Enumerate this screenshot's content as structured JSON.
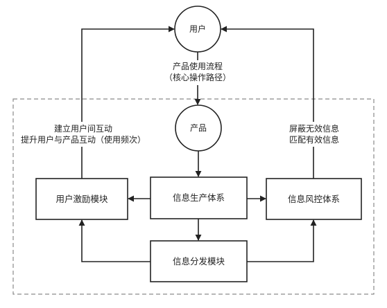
{
  "nodes": {
    "user": "用户",
    "product": "产品",
    "info_production": "信息生产体系",
    "user_incentive": "用户激励模块",
    "info_risk_control": "信息风控体系",
    "info_distribution": "信息分发模块"
  },
  "edges": {
    "user_to_product": [
      "产品使用流程",
      "（核心操作路径）"
    ],
    "incentive_to_user": [
      "建立用户间互动",
      "提升用户与产品互动（使用频次）"
    ],
    "riskcontrol_to_user": [
      "屏蔽无效信息",
      "匹配有效信息"
    ]
  },
  "colors": {
    "stroke": "#222222",
    "dashed_border": "#8a8a8a",
    "background": "#ffffff"
  }
}
